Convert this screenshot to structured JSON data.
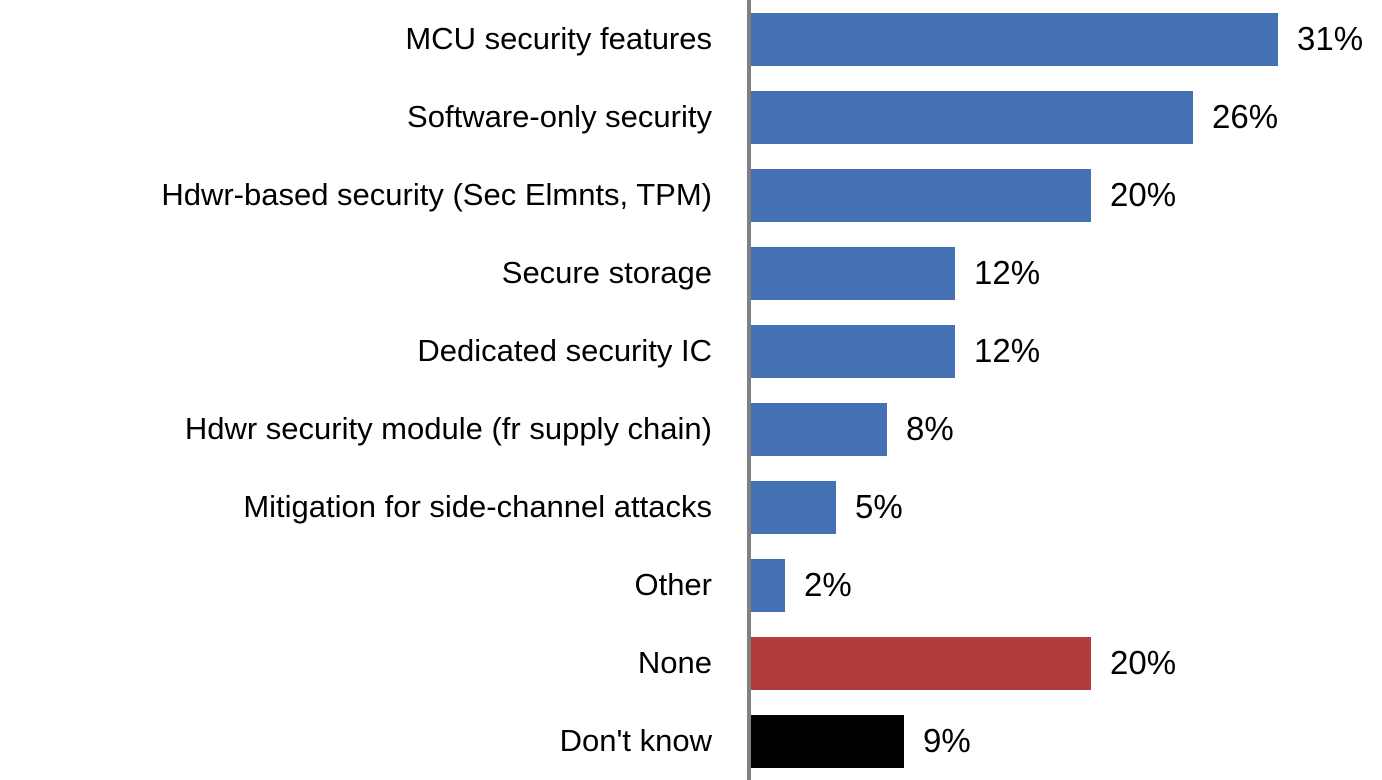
{
  "chart_data": {
    "type": "bar",
    "orientation": "horizontal",
    "title": "",
    "xlabel": "",
    "ylabel": "",
    "grid": false,
    "legend": false,
    "categories": [
      "MCU security features",
      "Software-only security",
      "Hdwr-based security (Sec Elmnts, TPM)",
      "Secure storage",
      "Dedicated security IC",
      "Hdwr security module (fr supply chain)",
      "Mitigation for side-channel attacks",
      "Other",
      "None",
      "Don't know"
    ],
    "values": [
      31,
      26,
      20,
      12,
      12,
      8,
      5,
      2,
      20,
      9
    ],
    "data_labels": [
      "31%",
      "26%",
      "20%",
      "12%",
      "12%",
      "8%",
      "5%",
      "2%",
      "20%",
      "9%"
    ],
    "bar_colors": [
      "#4471b4",
      "#4471b4",
      "#4471b4",
      "#4471b4",
      "#4471b4",
      "#4471b4",
      "#4471b4",
      "#4471b4",
      "#b23b3b",
      "#000000"
    ],
    "axis_line_color": "#808080",
    "text_color": "#000000"
  }
}
